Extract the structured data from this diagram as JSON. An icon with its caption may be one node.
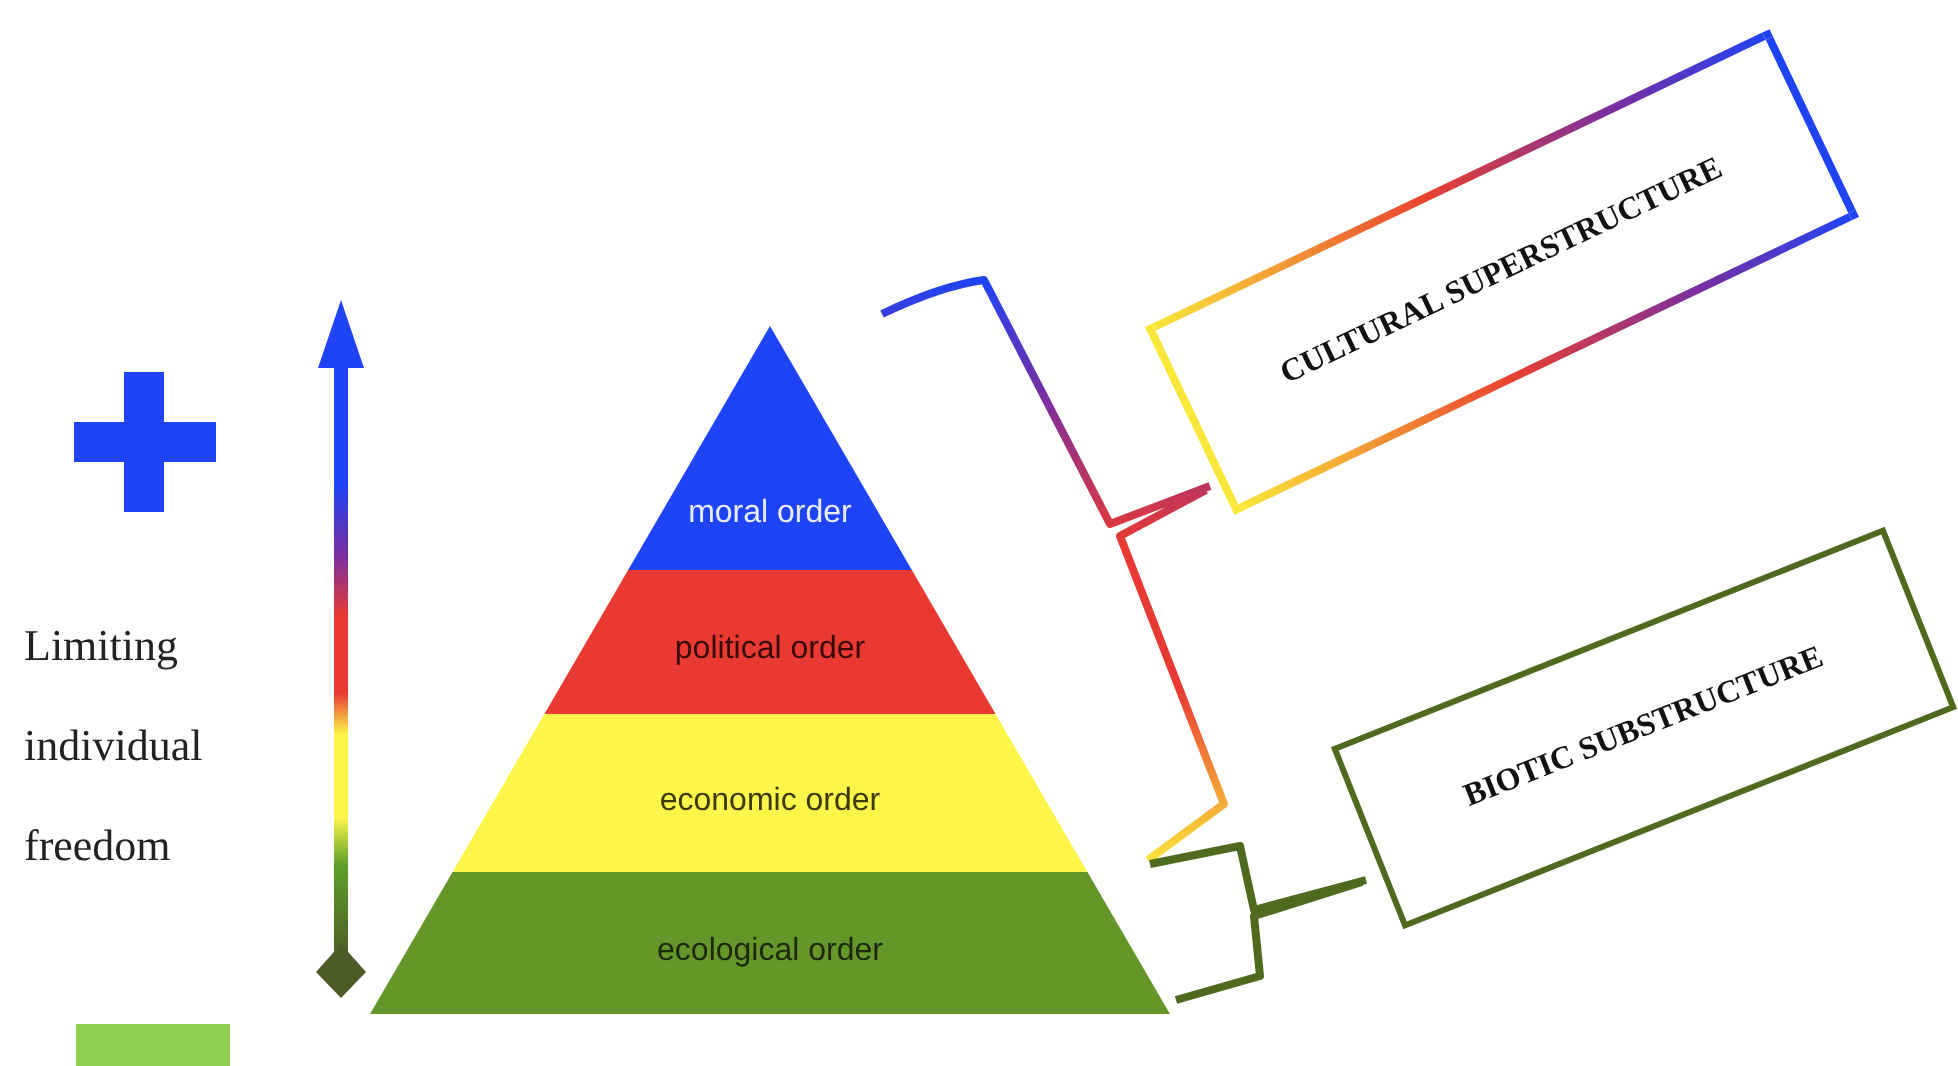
{
  "diagram": {
    "nodes": [
      {
        "text": [
          "moral order"
        ]
      },
      {
        "text": [
          "political order"
        ]
      },
      {
        "text": [
          "economic order"
        ]
      },
      {
        "text": [
          "ecological order"
        ]
      },
      {
        "text": [
          "CULTURAL SUPERSTRUCTURE"
        ]
      },
      {
        "text": [
          "BIOTIC SUBSTRUCTURE"
        ]
      }
    ],
    "labels": [
      "Limiting individual freedom"
    ]
  }
}
